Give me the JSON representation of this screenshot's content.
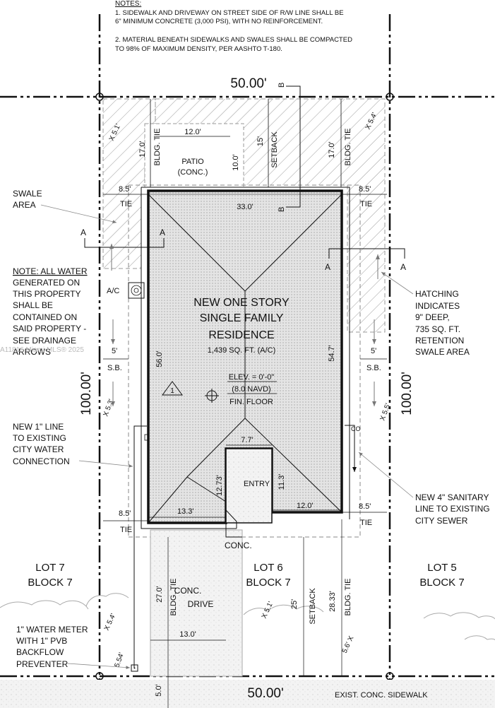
{
  "notes": {
    "header": "NOTES:",
    "line1a": "1. SIDEWALK AND DRIVEWAY ON STREET SIDE OF R/W LINE SHALL BE",
    "line1b": "6\" MINIMUM CONCRETE (3,000 PSI), WITH NO REINFORCEMENT.",
    "line2a": "2. MATERIAL BENEATH SIDEWALKS AND SWALES SHALL BE COMPACTED",
    "line2b": "TO 98% OF MAXIMUM DENSITY, PER AASHTO T-180."
  },
  "lot": {
    "width_top": "50.00'",
    "width_bottom": "50.00'",
    "depth_left": "100.00'",
    "depth_right": "100.00'"
  },
  "residence": {
    "line1": "NEW ONE STORY",
    "line2": "SINGLE FAMILY",
    "line3": "RESIDENCE",
    "area": "1,439 SQ. FT. (A/C)",
    "elev1": "ELEV. = 0'-0\"",
    "elev2": "(8.0 NAVD)",
    "elev3": "FIN. FLOOR",
    "marker": "1"
  },
  "patio": {
    "label1": "PATIO",
    "label2": "(CONC.)",
    "width": "12.0'",
    "depth": "10.0'"
  },
  "entry": {
    "label": "ENTRY",
    "width": "7.7'",
    "depth_left": "12.73'",
    "depth_right": "11.3'"
  },
  "dims": {
    "d33": "33.0'",
    "d56": "56.0'",
    "d547": "54.7'",
    "d133": "13.3'",
    "d120": "12.0'",
    "d15": "15'",
    "setback": "SETBACK",
    "bldg_tie": "BLDG. TIE",
    "d170l": "17.0'",
    "d170r": "17.0'",
    "d85": "8.5'",
    "tie": "TIE",
    "d5": "5'",
    "sb": "S.B.",
    "x51": "X 5.1'",
    "x54": "X 5.4'",
    "x53": "X 5.3'",
    "x55": "X 5.5'",
    "d270": "27.0'",
    "d130": "13.0'",
    "d25": "25'",
    "d2833": "28.33'",
    "x56": "5.6' X",
    "d554": "5.54'",
    "d50": "5.0'"
  },
  "sections": {
    "a": "A",
    "b": "B"
  },
  "labels": {
    "swale1": "SWALE",
    "swale2": "AREA",
    "ac": "A/C",
    "conc": "CONC.",
    "drive1": "CONC.",
    "drive2": "DRIVE",
    "co": "CO",
    "sidewalk": "EXIST. CONC. SIDEWALK",
    "watermark": "A11816 Miami MLS® 2025"
  },
  "note_left": {
    "l1": "NOTE: ALL WATER",
    "l2": "GENERATED ON",
    "l3": "THIS PROPERTY",
    "l4": "SHALL BE",
    "l5": "CONTAINED ON",
    "l6": "SAID PROPERTY -",
    "l7": "SEE DRAINAGE",
    "l8": "ARROWS"
  },
  "hatch_note": {
    "l1": "HATCHING",
    "l2": "INDICATES",
    "l3": "9\" DEEP,",
    "l4": "735 SQ. FT.",
    "l5": "RETENTION",
    "l6": "SWALE AREA"
  },
  "water_line": {
    "l1": "NEW 1\" LINE",
    "l2": "TO EXISTING",
    "l3": "CITY WATER",
    "l4": "CONNECTION"
  },
  "sewer_line": {
    "l1": "NEW 4\" SANITARY",
    "l2": "LINE TO EXISTING",
    "l3": "CITY SEWER"
  },
  "meter": {
    "l1": "1\" WATER METER",
    "l2": "WITH 1\" PVB",
    "l3": "BACKFLOW",
    "l4": "PREVENTER"
  },
  "lots": {
    "lot7": "LOT 7",
    "block7a": "BLOCK 7",
    "lot6": "LOT 6",
    "block7b": "BLOCK 7",
    "lot5": "LOT 5",
    "block7c": "BLOCK 7"
  }
}
